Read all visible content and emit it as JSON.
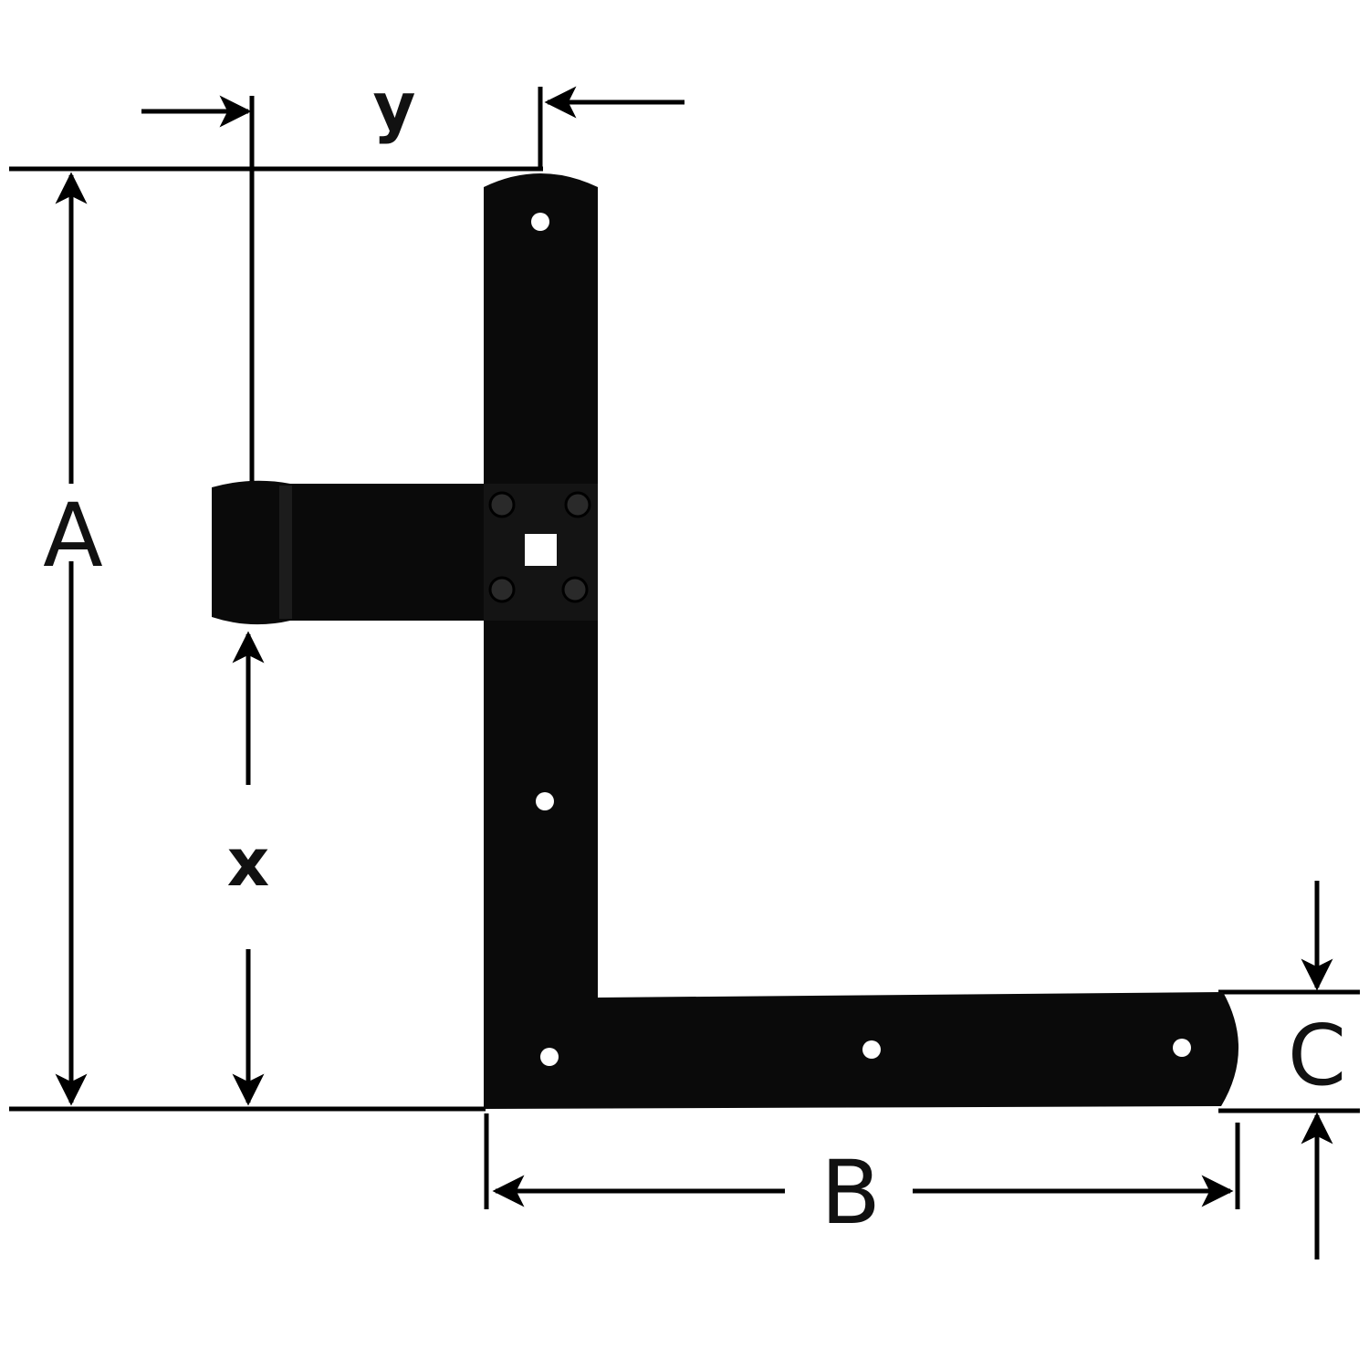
{
  "diagram": {
    "title_letters": {
      "A": "A",
      "B": "B",
      "C": "C",
      "x": "x",
      "y": "y"
    },
    "colors": {
      "part": "#0a0a0a",
      "background": "#ffffff",
      "lines": "#000000"
    }
  }
}
